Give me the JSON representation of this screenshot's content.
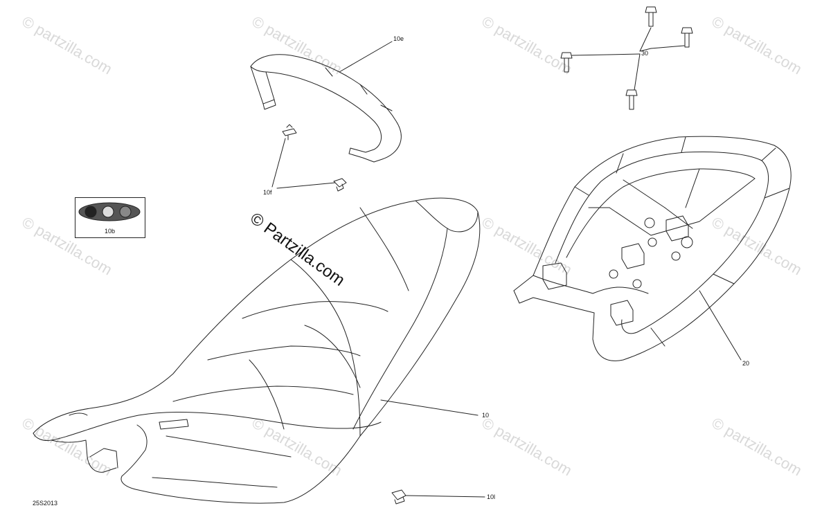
{
  "diagram_id": "25S2013",
  "watermark_main": "© Partzilla.com",
  "watermark_text": "© partzilla.com",
  "callouts": {
    "c10e": "10e",
    "c30": "30",
    "c10f": "10f",
    "c10b": "10b",
    "c20": "20",
    "c10": "10",
    "c10l": "10l"
  },
  "colors": {
    "line": "#222222",
    "watermark": "#d9d9d9"
  }
}
